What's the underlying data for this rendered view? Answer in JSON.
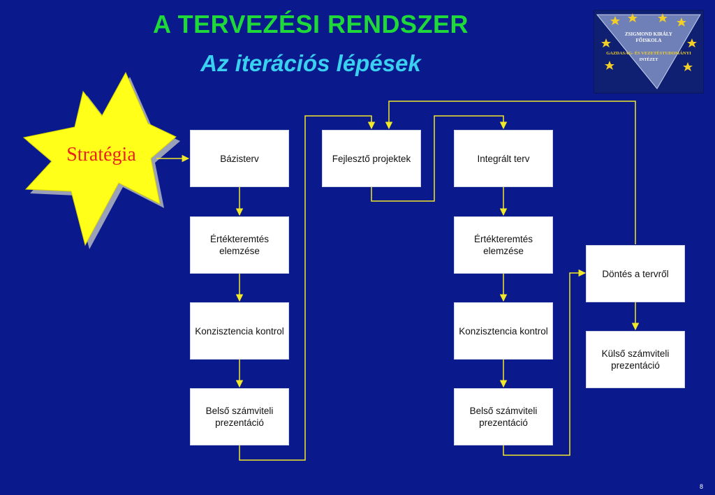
{
  "title": "A TERVEZÉSI RENDSZER",
  "subtitle": "Az iterációs lépések",
  "logo": {
    "line1": "ZSIGMOND KIRÁLY",
    "line2": "FŐISKOLA",
    "line3": "GAZDASÁG- ÉS VEZETÉSTUDOMÁNYI",
    "line4": "INTÉZET"
  },
  "starburst_label": "Stratégia",
  "boxes": {
    "bazisterv": "Bázisterv",
    "ertek1": "Értékteremtés elemzése",
    "konz1": "Konzisztencia kontrol",
    "belso1": "Belső számviteli prezentáció",
    "fejleszto": "Fejlesztő projektek",
    "integralt": "Integrált terv",
    "ertek2": "Értékteremtés elemzése",
    "konz2": "Konzisztencia kontrol",
    "belso2": "Belső számviteli prezentáció",
    "dontes": "Döntés a tervről",
    "kulso": "Külső számviteli prezentáció"
  },
  "page_number": "8",
  "colors": {
    "background": "#0a1a8c",
    "title": "#1fd93a",
    "subtitle": "#3ad0f0",
    "connector": "#f2e82a",
    "star_fill": "#ffff1a",
    "star_text": "#e8231c"
  }
}
